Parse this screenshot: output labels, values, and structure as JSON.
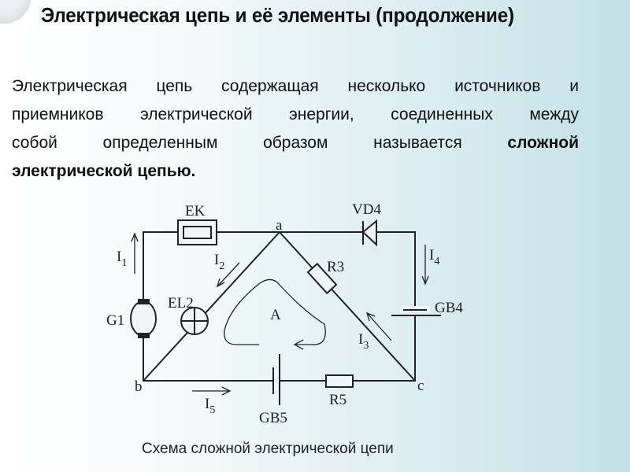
{
  "title": "Электрическая цепь и её элементы (продолжение)",
  "paragraph": {
    "line1": "Электрическая цепь содержащая несколько источников и",
    "line2": "приемников электрической энергии, соединенных между",
    "line3_plain": "собой определенным образом называется",
    "line3_bold": "сложной",
    "line4_bold": "электрической цепью."
  },
  "diagram": {
    "components": {
      "ek": "EK",
      "vd4": "VD4",
      "r3": "R3",
      "gb4": "GB4",
      "g1": "G1",
      "el2": "EL2",
      "gb5": "GB5",
      "r5": "R5"
    },
    "nodes": {
      "a": "a",
      "b": "b",
      "c": "c"
    },
    "loop": "A",
    "currents": {
      "i1": "I",
      "i1_sub": "1",
      "i2": "I",
      "i2_sub": "2",
      "i3": "I",
      "i3_sub": "3",
      "i4": "I",
      "i4_sub": "4",
      "i5": "I",
      "i5_sub": "5"
    }
  },
  "caption": "Схема сложной электрической цепи"
}
